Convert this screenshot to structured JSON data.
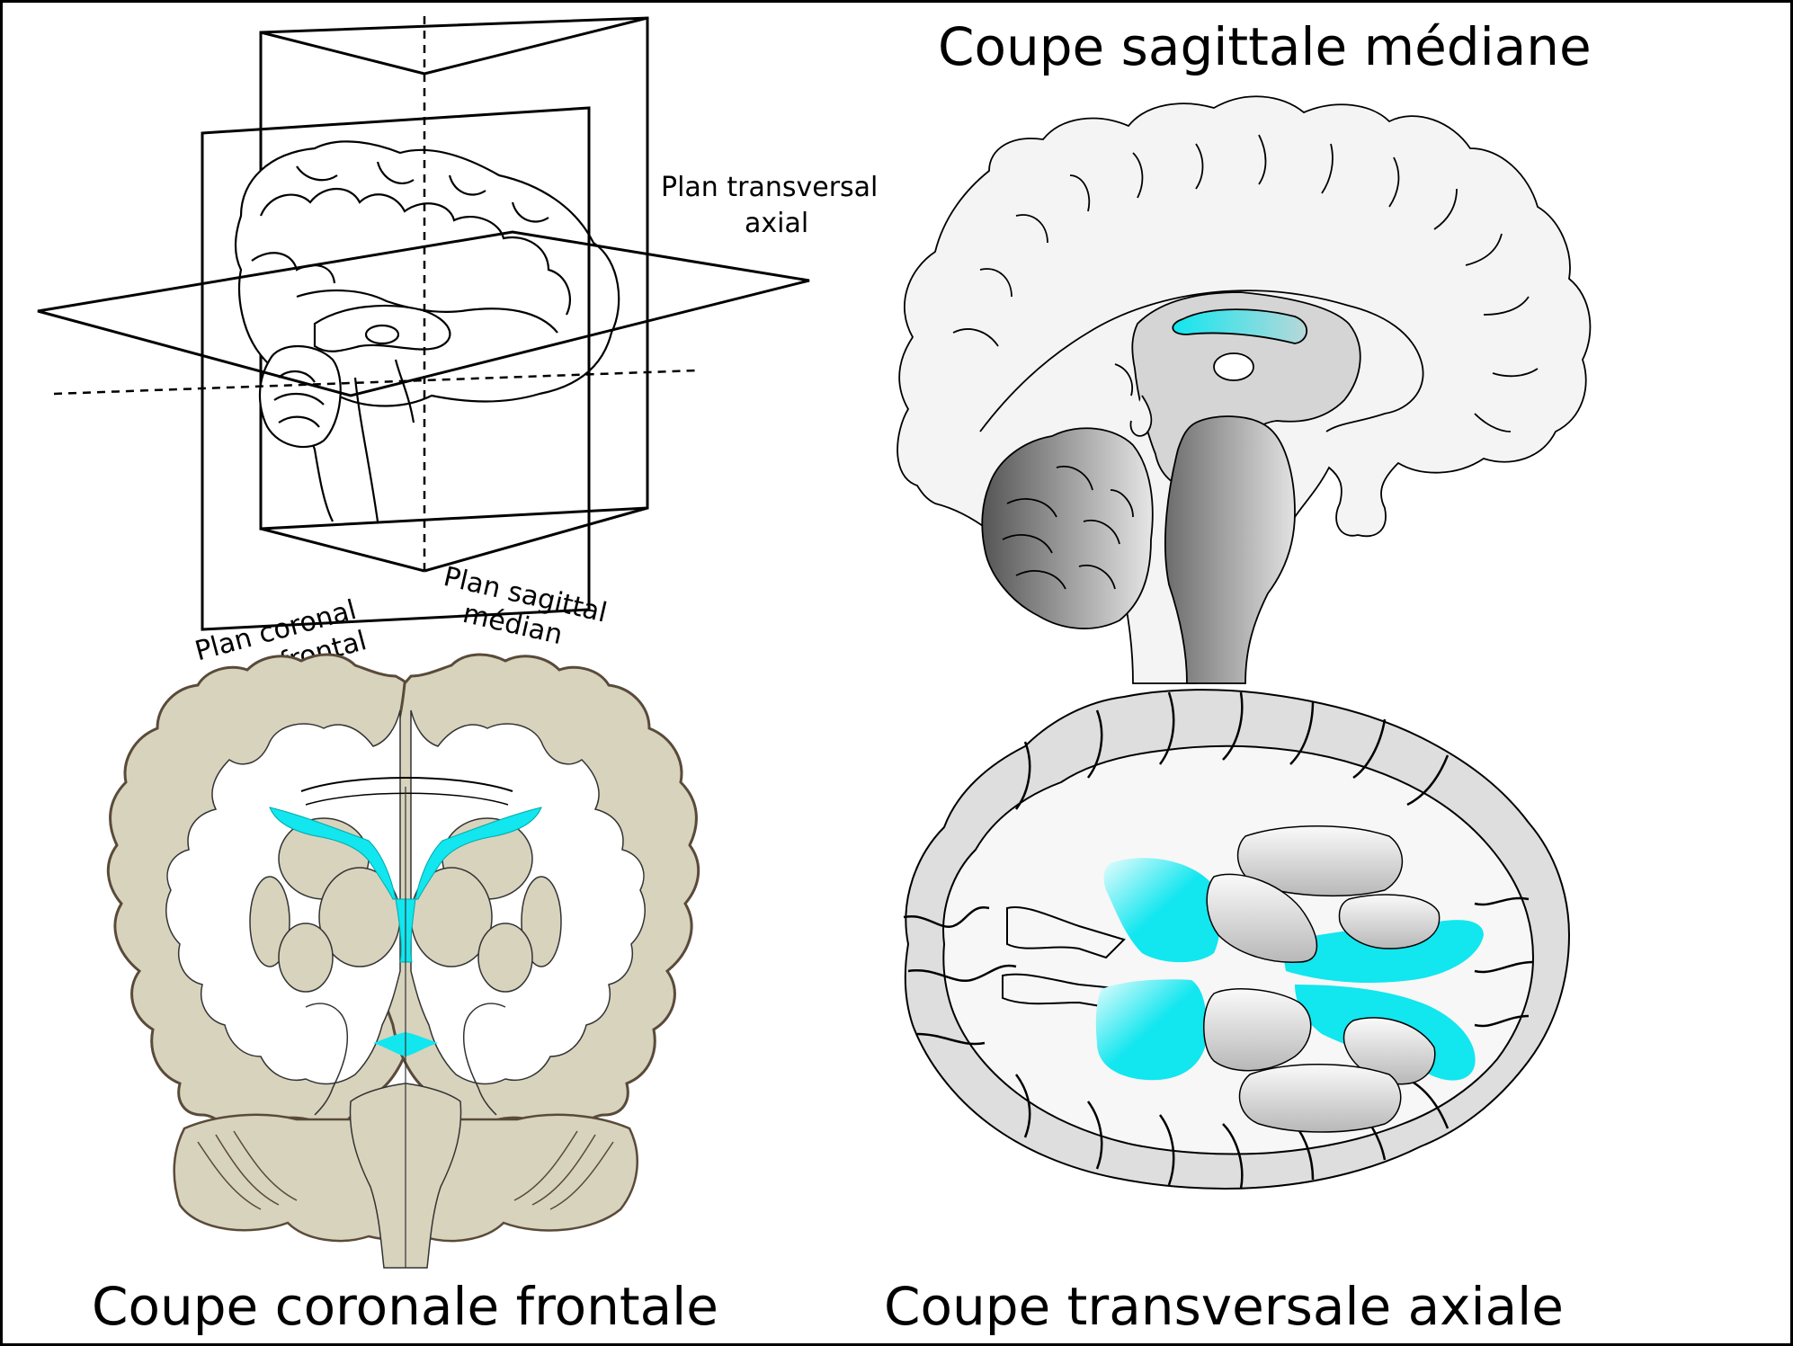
{
  "titles": {
    "sagittal": "Coupe sagittale médiane",
    "coronal": "Coupe coronale frontale",
    "transverse": "Coupe transversale axiale"
  },
  "planes": {
    "transverse_line1": "Plan transversal",
    "transverse_line2": "axial",
    "coronal_line1": "Plan coronal",
    "coronal_line2": "frontal",
    "sagittal_line1": "Plan sagittal",
    "sagittal_line2": "médian"
  },
  "colors": {
    "ventricle": "#12e6ef",
    "coronal_tissue": "#d8d3bd",
    "coronal_outline": "#5a4a3a",
    "grey_matter": "#d9d9d9",
    "white_matter": "#f7f7f7"
  }
}
